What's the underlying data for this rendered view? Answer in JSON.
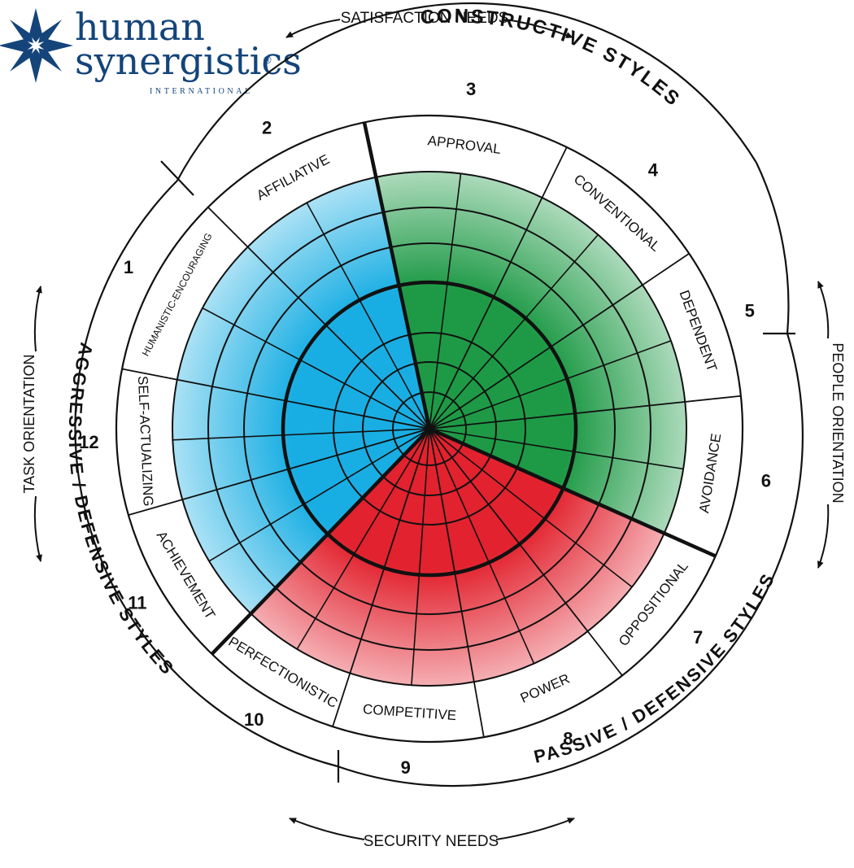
{
  "logo": {
    "line1": "human",
    "line2": "synergistics",
    "registered": "®",
    "line3": "INTERNATIONAL",
    "color": "#14447a",
    "icon": "star-burst-icon"
  },
  "outer_labels": {
    "top": "SATISFACTION NEEDS",
    "bottom": "SECURITY NEEDS",
    "left": "TASK ORIENTATION",
    "right": "PEOPLE ORIENTATION"
  },
  "cluster_labels": {
    "constructive": "CONSTRUCTIVE STYLES",
    "passive": "PASSIVE / DEFENSIVE STYLES",
    "aggressive": "AGGRESSIVE / DEFENSIVE STYLES"
  },
  "segments": [
    {
      "number": "12",
      "label": "SELF-ACTUALIZING",
      "cluster": "constructive"
    },
    {
      "number": "1",
      "label": "HUMANISTIC-ENCOURAGING",
      "cluster": "constructive"
    },
    {
      "number": "2",
      "label": "AFFILIATIVE",
      "cluster": "constructive"
    },
    {
      "number": "3",
      "label": "APPROVAL",
      "cluster": "passive"
    },
    {
      "number": "4",
      "label": "CONVENTIONAL",
      "cluster": "passive"
    },
    {
      "number": "5",
      "label": "DEPENDENT",
      "cluster": "passive"
    },
    {
      "number": "6",
      "label": "AVOIDANCE",
      "cluster": "passive"
    },
    {
      "number": "7",
      "label": "OPPOSITIONAL",
      "cluster": "aggressive"
    },
    {
      "number": "8",
      "label": "POWER",
      "cluster": "aggressive"
    },
    {
      "number": "9",
      "label": "COMPETITIVE",
      "cluster": "aggressive"
    },
    {
      "number": "10",
      "label": "PERFECTIONISTIC",
      "cluster": "aggressive"
    },
    {
      "number": "11",
      "label": "ACHIEVEMENT",
      "cluster": "constructive"
    }
  ],
  "colors": {
    "constructive": "#19aee3",
    "passive": "#1e9a46",
    "aggressive": "#e2222e",
    "lines": "#111111"
  }
}
